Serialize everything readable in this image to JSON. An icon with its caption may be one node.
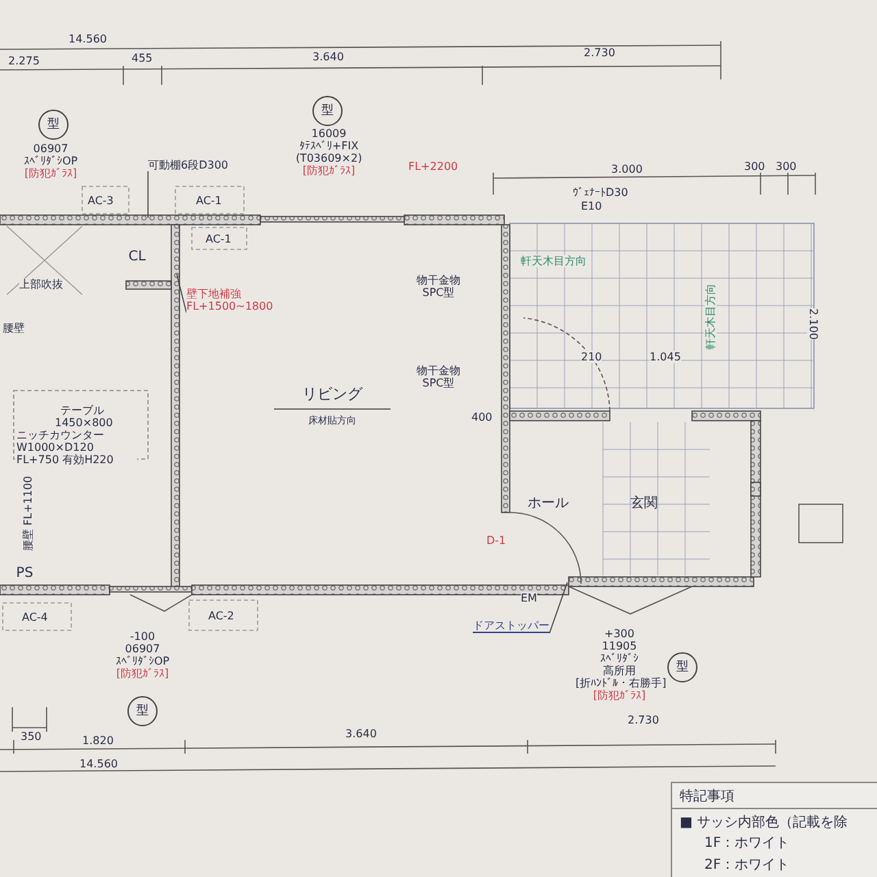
{
  "diagram": {
    "nodes": [
      {
        "text": [
          "リビング",
          "床材貼方向"
        ]
      },
      {
        "text": [
          "ホール"
        ]
      },
      {
        "text": [
          "玄関"
        ]
      },
      {
        "text": [
          "CL"
        ]
      },
      {
        "text": [
          "PS"
        ]
      },
      {
        "text": [
          "型"
        ],
        "beside": [
          "06907",
          "ｽﾍﾞﾘﾀﾞｼOP",
          "[防犯ｶﾞﾗｽ]"
        ]
      },
      {
        "text": [
          "型"
        ],
        "beside": [
          "16009",
          "ﾀﾃｽﾍﾞﾘ+FIX",
          "(T03609×2)",
          "[防犯ｶﾞﾗｽ]"
        ]
      },
      {
        "text": [
          "型"
        ],
        "beside": [
          "-100",
          "06907",
          "ｽﾍﾞﾘﾀﾞｼOP",
          "[防犯ｶﾞﾗｽ]"
        ]
      },
      {
        "text": [
          "型"
        ],
        "beside": [
          "+300",
          "11905",
          "ｽﾍﾞﾘﾀﾞｼ",
          "高所用",
          "[折ﾊﾝﾄﾞﾙ・右勝手]",
          "[防犯ｶﾞﾗｽ]"
        ]
      },
      {
        "text": [
          "可動棚6段D300"
        ]
      },
      {
        "text": [
          "壁下地補強 FL+1500~1800"
        ]
      },
      {
        "text": [
          "ドアストッパー"
        ]
      }
    ],
    "edges": [
      {
        "from": 9,
        "to": null,
        "arrow": "none"
      },
      {
        "from": 10,
        "to": null,
        "arrow": "none"
      },
      {
        "from": 11,
        "to": null,
        "arrow": "none"
      }
    ],
    "labels": [
      "14.560",
      "2.275",
      "455",
      "3.640",
      "2.730",
      "FL+2200",
      "3.000",
      "300",
      "300",
      "ｳﾞｪﾅｰﾄD30",
      "E10",
      "AC-3",
      "AC-1",
      "AC-1",
      "上部吹抜",
      "腰壁",
      "テーブル 1450×800",
      "ニッチカウンター W1000×D120 FL+750 有効H220",
      "腰壁 FL+1100",
      "AC-4",
      "AC-2",
      "物干金物 SPC型",
      "物干金物 SPC型",
      "400",
      "軒天木目方向",
      "210",
      "1.045",
      "2.100",
      "軒天木目方向",
      "EM",
      "D-1",
      "350",
      "1.820",
      "3.640",
      "2.730",
      "14.560",
      "特記事項",
      "■ サッシ内部色（記載を除",
      "1F：ホワイト",
      "2F：ホワイト"
    ]
  }
}
